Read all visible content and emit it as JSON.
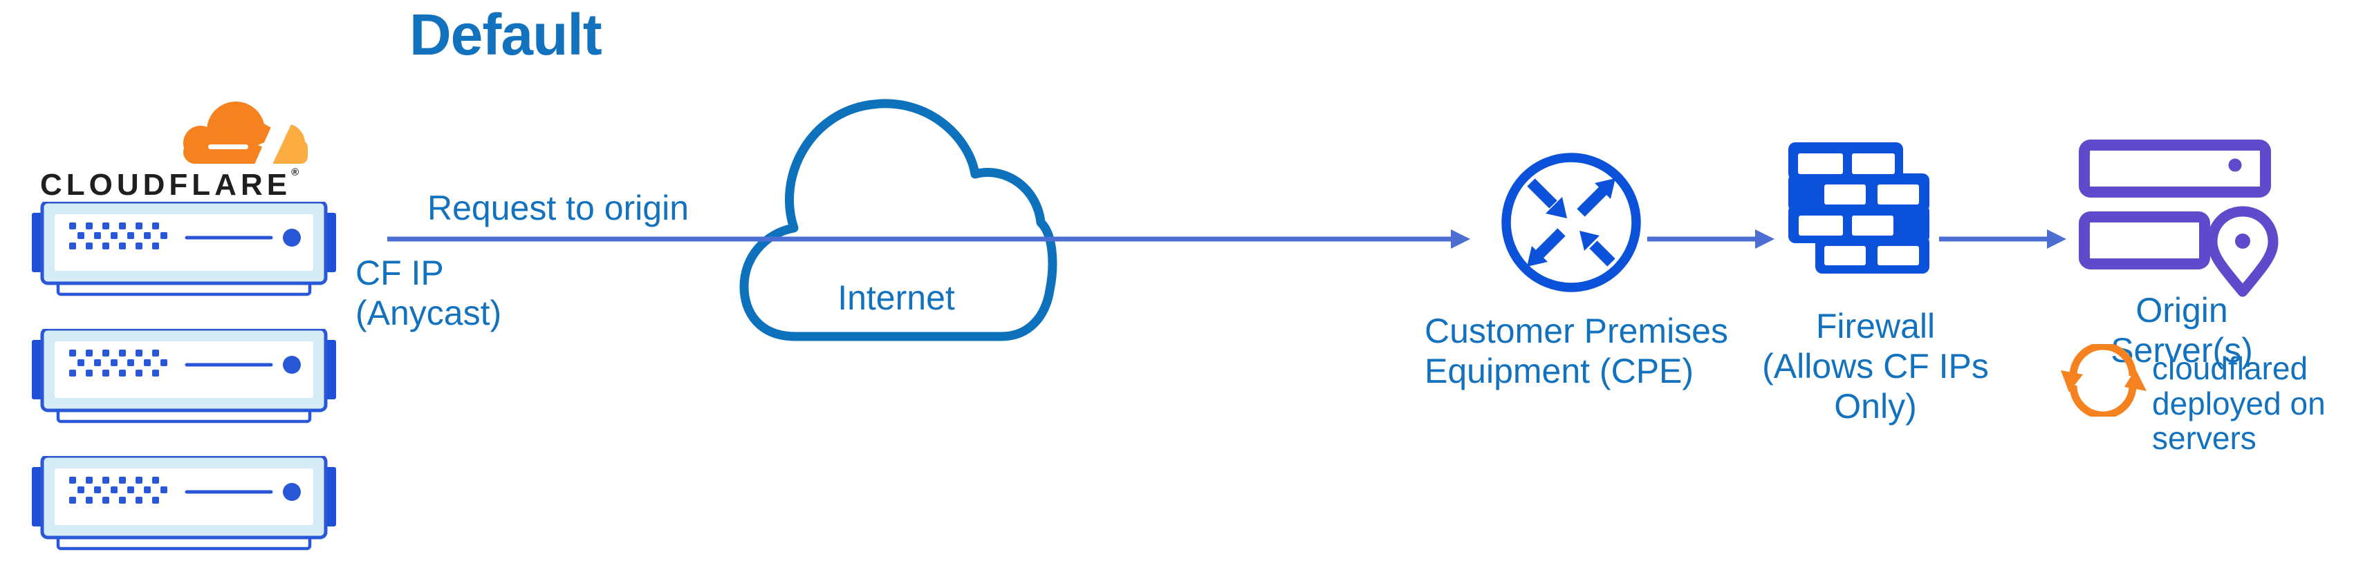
{
  "title": "Default",
  "colors": {
    "label-blue": "#1372BE",
    "arrow-blue": "#4C6ED3",
    "icon-blue": "#0B51DA",
    "server-stroke": "#2A57D8",
    "server-tab": "#1D4FD8",
    "server-fill": "#D6ECF5",
    "cloud-stroke": "#0E71BC",
    "purple": "#6149CB",
    "orange": "#F6821F",
    "orange-light": "#FBAD41",
    "wordmark-black": "#1F1F1F"
  },
  "cloudflare": {
    "wordmark": "CLOUDFLARE",
    "registered": "®"
  },
  "edge": {
    "request_label": "Request to origin",
    "cf_ip_line1": "CF IP",
    "cf_ip_line2": "(Anycast)"
  },
  "internet": {
    "label": "Internet"
  },
  "cpe": {
    "label_line1": "Customer Premises",
    "label_line2": "Equipment (CPE)"
  },
  "firewall": {
    "label_line1": "Firewall",
    "label_line2": "(Allows CF IPs Only)"
  },
  "origin": {
    "label": "Origin Server(s)",
    "note_line1": "cloudflared",
    "note_line2": "deployed on",
    "note_line3": "servers"
  },
  "icons": {
    "cloudflare-logo-icon": "orange cloud with white flare",
    "server-rack-icon": "blue edge server rack, three stacked",
    "internet-cloud-icon": "blue outlined cloud",
    "flow-arrow-icon": "slate blue right arrow",
    "cpe-router-icon": "circle with four diagonal in/out arrows",
    "firewall-icon": "blue brick wall",
    "origin-servers-icon": "two purple server units",
    "location-pin-icon": "purple map pin on origin server",
    "sync-icon": "orange circular arrows (cloudflared)"
  }
}
